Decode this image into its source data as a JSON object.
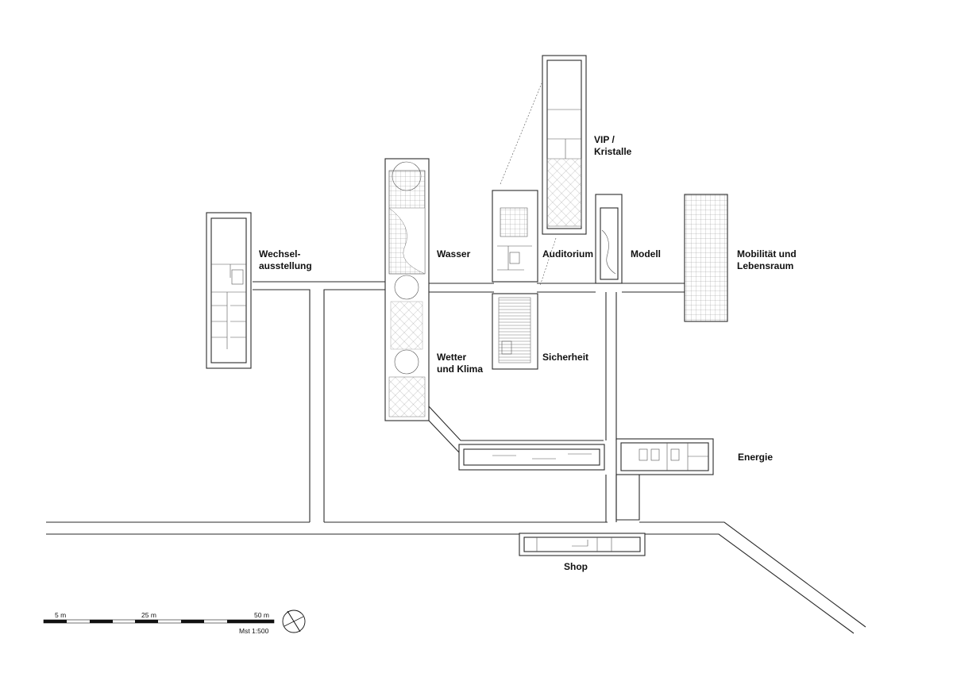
{
  "rooms": {
    "wechsel": [
      "Wechsel-",
      "ausstellung"
    ],
    "wasser": "Wasser",
    "auditorium": "Auditorium",
    "vip": [
      "VIP /",
      "Kristalle"
    ],
    "modell": "Modell",
    "mobilitaet": [
      "Mobilität und",
      "Lebensraum"
    ],
    "wetter": [
      "Wetter",
      "und Klima"
    ],
    "sicherheit": "Sicherheit",
    "energie": "Energie",
    "shop": "Shop"
  },
  "scale_bar": {
    "tick_labels": [
      "5 m",
      "25 m",
      "50 m"
    ],
    "ratio": "Mst 1:500"
  }
}
